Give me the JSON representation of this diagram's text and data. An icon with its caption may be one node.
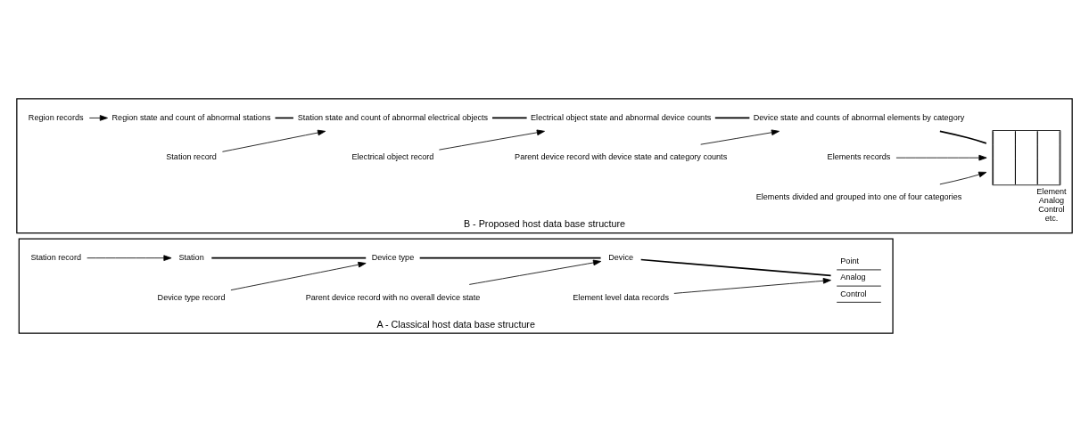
{
  "diagram": {
    "nodes": [
      {
        "text": [
          "A - Classical host data base structure"
        ]
      },
      {
        "text": [
          "Station record"
        ],
        "in": 0
      },
      {
        "text": [
          "Station"
        ],
        "in": 0
      },
      {
        "text": [
          "Device type record"
        ],
        "in": 0
      },
      {
        "text": [
          "Device type"
        ],
        "in": 0
      },
      {
        "text": [
          "Parent device record with no overall device state"
        ],
        "in": 0
      },
      {
        "text": [
          "Device"
        ],
        "in": 0
      },
      {
        "text": [
          "Element level data records"
        ],
        "in": 0
      },
      {
        "text": [
          "Point",
          "Analog",
          "Control"
        ],
        "in": 0
      },
      {
        "text": [
          "B - Proposed host data base structure"
        ]
      },
      {
        "text": [
          "Region records"
        ],
        "in": 9
      },
      {
        "text": [
          "Region state and count of abnormal stations"
        ],
        "in": 9
      },
      {
        "text": [
          "Station record"
        ],
        "in": 9
      },
      {
        "text": [
          "Station state and count of abnormal electrical objects"
        ],
        "in": 9
      },
      {
        "text": [
          "Electrical object record"
        ],
        "in": 9
      },
      {
        "text": [
          "Electrical object state and abnormal device counts"
        ],
        "in": 9
      },
      {
        "text": [
          "Parent device record with device state and category counts"
        ],
        "in": 9
      },
      {
        "text": [
          "Device state and counts of abnormal elements by category"
        ],
        "in": 9
      },
      {
        "text": [
          "Elements records"
        ],
        "in": 9
      },
      {
        "text": [],
        "shape": "grid",
        "in": 9,
        "beside": [
          "Element",
          "Analog",
          "Control",
          "etc."
        ]
      },
      {
        "text": [
          "Elements divided and grouped into one of four categories"
        ],
        "in": 9
      }
    ],
    "edges": [
      {
        "from": 1,
        "to": 2,
        "arrow": "to"
      },
      {
        "from": 3,
        "to": 4,
        "arrow": "to"
      },
      {
        "from": 5,
        "to": 6,
        "arrow": "to"
      },
      {
        "from": 7,
        "to": 8,
        "arrow": "to"
      },
      {
        "from": 2,
        "to": 4,
        "arrow": "none"
      },
      {
        "from": 4,
        "to": 6,
        "arrow": "none"
      },
      {
        "from": 6,
        "to": 8,
        "arrow": "none"
      },
      {
        "from": 10,
        "to": 11,
        "arrow": "to"
      },
      {
        "from": 12,
        "to": 13,
        "arrow": "to"
      },
      {
        "from": 14,
        "to": 15,
        "arrow": "to"
      },
      {
        "from": 16,
        "to": 17,
        "arrow": "to"
      },
      {
        "from": 18,
        "to": 19,
        "arrow": "to"
      },
      {
        "from": 20,
        "to": 19,
        "arrow": "to"
      },
      {
        "from": 11,
        "to": 13,
        "arrow": "none"
      },
      {
        "from": 13,
        "to": 15,
        "arrow": "none"
      },
      {
        "from": 15,
        "to": 17,
        "arrow": "none"
      },
      {
        "from": 17,
        "to": 19,
        "arrow": "none"
      }
    ]
  }
}
